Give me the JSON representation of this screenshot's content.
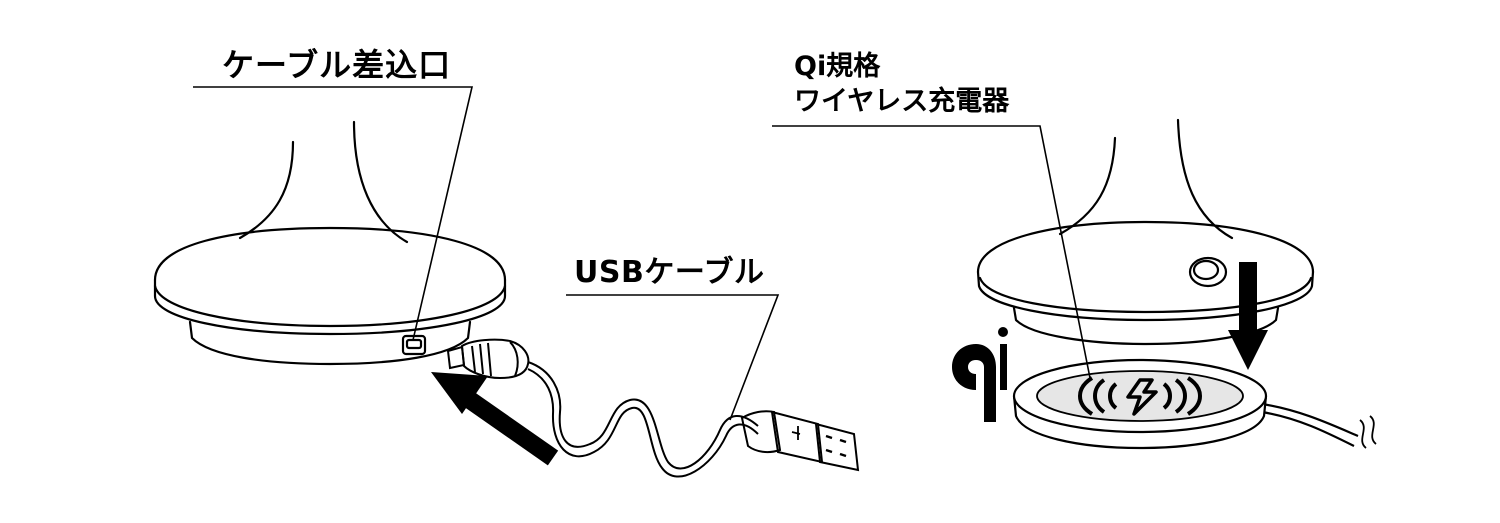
{
  "labels": {
    "cable_port": "ケーブル差込口",
    "usb_cable": "USBケーブル",
    "qi_line1": "Qi規格",
    "qi_line2": "ワイヤレス充電器"
  },
  "colors": {
    "line": "#000000",
    "background": "#ffffff",
    "pad_surface": "#e6e6e6"
  },
  "icons": {
    "qi_logo": "qi-logo-icon",
    "wireless_charge": "wireless-charging-icon"
  }
}
